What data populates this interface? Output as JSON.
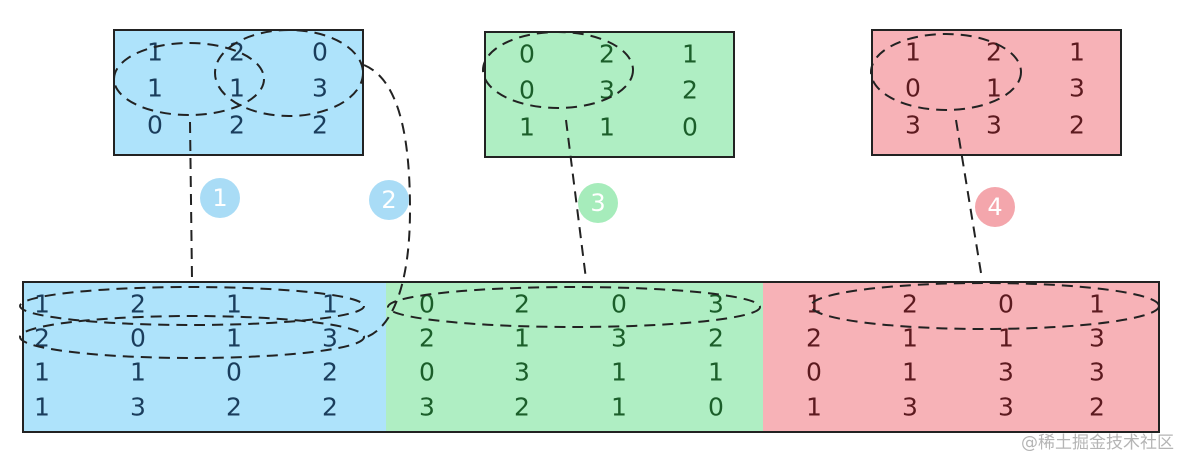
{
  "colors": {
    "blue": "#aee3fb",
    "green": "#afeec3",
    "red": "#f7b2b7",
    "line": "#222222",
    "blue_text": "#1a3d5c",
    "green_text": "#1b5e2a",
    "red_text": "#5c1a1f",
    "badge_blue": "#a9dcf6",
    "badge_green": "#a6ecbb",
    "badge_red": "#f4a6ac"
  },
  "kernels": [
    {
      "color": "blue",
      "rows": [
        [
          "1",
          "2",
          "0"
        ],
        [
          "1",
          "1",
          "3"
        ],
        [
          "0",
          "2",
          "2"
        ]
      ]
    },
    {
      "color": "green",
      "rows": [
        [
          "0",
          "2",
          "1"
        ],
        [
          "0",
          "3",
          "2"
        ],
        [
          "1",
          "1",
          "0"
        ]
      ]
    },
    {
      "color": "red",
      "rows": [
        [
          "1",
          "2",
          "1"
        ],
        [
          "0",
          "1",
          "3"
        ],
        [
          "3",
          "3",
          "2"
        ]
      ]
    }
  ],
  "matrix": {
    "blocks": [
      {
        "color": "blue",
        "rows": [
          [
            "1",
            "2",
            "1",
            "1"
          ],
          [
            "2",
            "0",
            "1",
            "3"
          ],
          [
            "1",
            "1",
            "0",
            "2"
          ],
          [
            "1",
            "3",
            "2",
            "2"
          ]
        ]
      },
      {
        "color": "green",
        "rows": [
          [
            "0",
            "2",
            "0",
            "3"
          ],
          [
            "2",
            "1",
            "3",
            "2"
          ],
          [
            "0",
            "3",
            "1",
            "1"
          ],
          [
            "3",
            "2",
            "1",
            "0"
          ]
        ]
      },
      {
        "color": "red",
        "rows": [
          [
            "1",
            "2",
            "0",
            "1"
          ],
          [
            "2",
            "1",
            "1",
            "3"
          ],
          [
            "0",
            "1",
            "3",
            "3"
          ],
          [
            "1",
            "3",
            "3",
            "2"
          ]
        ]
      }
    ]
  },
  "badges": [
    {
      "label": "1",
      "color": "badge_blue"
    },
    {
      "label": "2",
      "color": "badge_blue"
    },
    {
      "label": "3",
      "color": "badge_green"
    },
    {
      "label": "4",
      "color": "badge_red"
    }
  ],
  "watermark": "@稀土掘金技术社区"
}
